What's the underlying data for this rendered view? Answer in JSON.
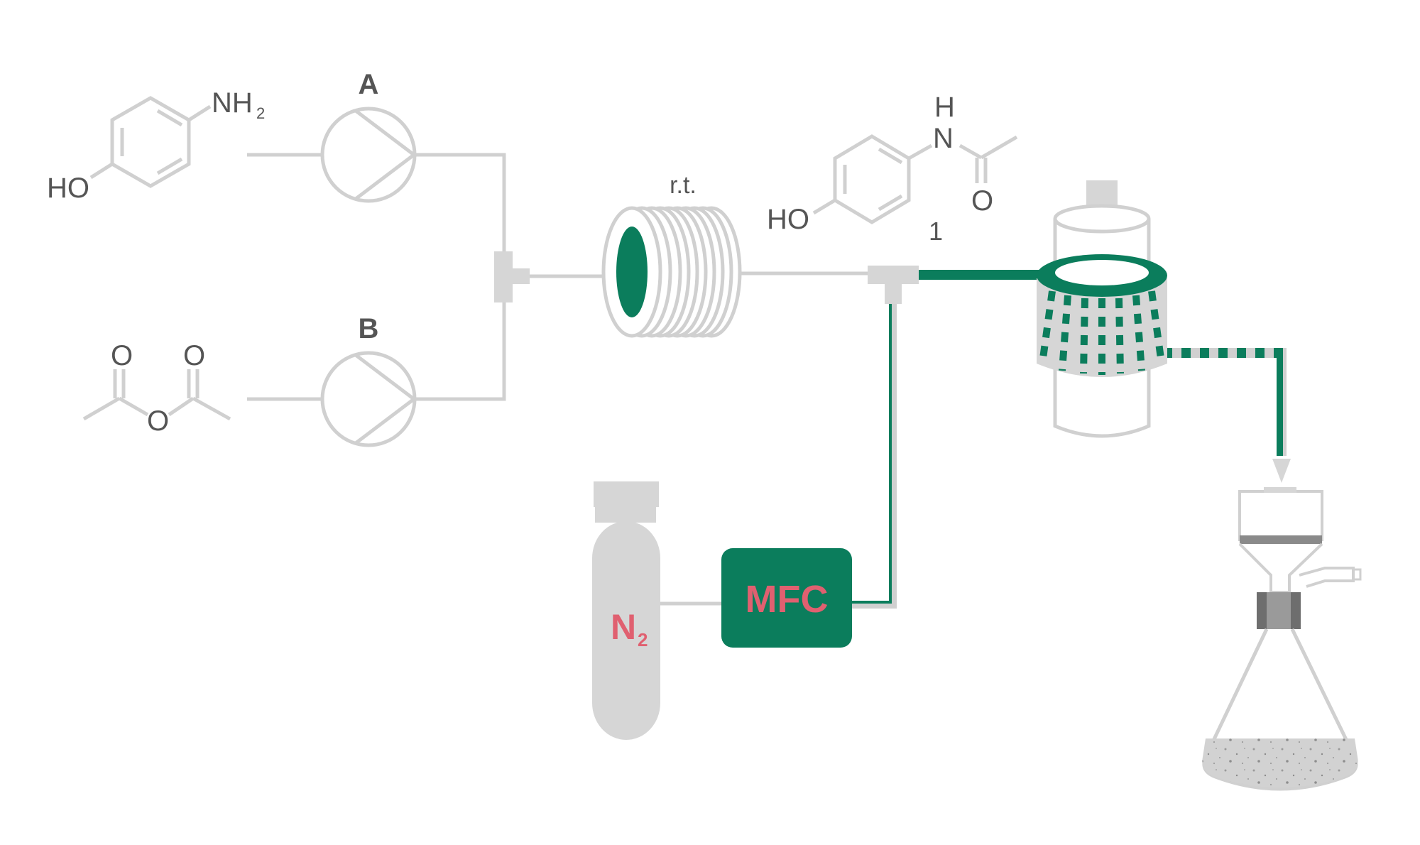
{
  "colors": {
    "line": "#d0d0d0",
    "green": "#0b7d5c",
    "text": "#555555",
    "accent_text": "#e06070",
    "device_fill": "#d6d6d6"
  },
  "pumps": [
    {
      "label": "A"
    },
    {
      "label": "B"
    }
  ],
  "reagent_1": {
    "substituent_label": "NH",
    "substituent_sub": "2",
    "hydroxyl_label": "HO"
  },
  "reagent_2": {
    "carbonyl_1": "O",
    "carbonyl_2": "O",
    "bridge_o": "O"
  },
  "coil": {
    "label": "r.t."
  },
  "product": {
    "nh_h": "H",
    "nh_n": "N",
    "carbonyl_o": "O",
    "hydroxyl_label": "HO",
    "compound_number": "1"
  },
  "mfc": {
    "label": "MFC"
  },
  "gas_cylinder": {
    "label": "N",
    "label_sub": "2"
  },
  "icons": [
    "pump-icon",
    "coil-reactor-icon",
    "tee-mixer-icon",
    "spray-dryer-icon",
    "gas-cylinder-icon",
    "filtration-flask-icon"
  ]
}
